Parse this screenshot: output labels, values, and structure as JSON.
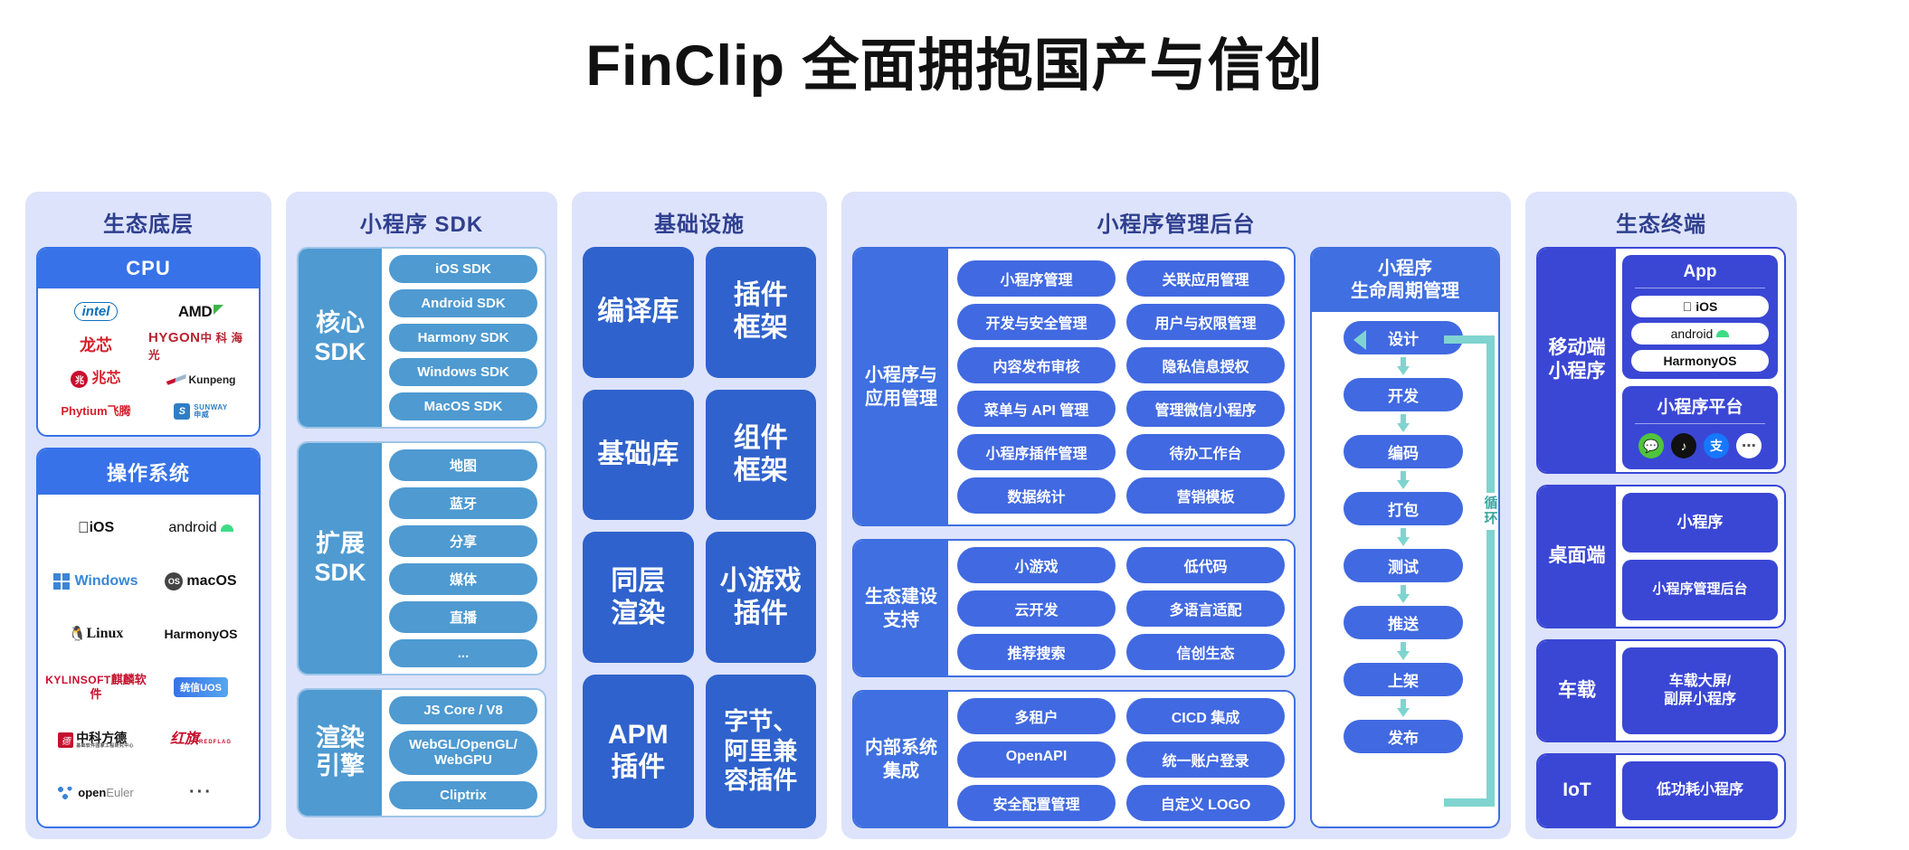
{
  "title": "FinClip 全面拥抱国产与信创",
  "columns": {
    "foundation": {
      "header": "生态底层",
      "cpu": {
        "title": "CPU",
        "logos": [
          "intel",
          "AMD",
          "龙芯",
          "HYGON 中科海光",
          "兆芯",
          "Kunpeng",
          "Phytium飞腾",
          "SUNWAY 申威"
        ]
      },
      "os": {
        "title": "操作系统",
        "logos": [
          "iOS",
          "android",
          "Windows",
          "macOS",
          "Linux",
          "HarmonyOS",
          "KYLINSOFT 麒麟软件",
          "统信UOS",
          "中科方德",
          "红旗 REDFLAG",
          "openEuler",
          "···"
        ]
      }
    },
    "sdk": {
      "header": "小程序 SDK",
      "blocks": [
        {
          "label": "核心\nSDK",
          "items": [
            "iOS SDK",
            "Android SDK",
            "Harmony SDK",
            "Windows SDK",
            "MacOS SDK"
          ]
        },
        {
          "label": "扩展\nSDK",
          "items": [
            "地图",
            "蓝牙",
            "分享",
            "媒体",
            "直播",
            "..."
          ]
        },
        {
          "label": "渲染\n引擎",
          "items": [
            "JS Core / V8",
            "WebGL/OpenGL/\nWebGPU",
            "Cliptrix"
          ]
        }
      ]
    },
    "infrastructure": {
      "header": "基础设施",
      "cards": [
        "编译库",
        "插件\n框架",
        "基础库",
        "组件\n框架",
        "同层\n渲染",
        "小游戏\n插件",
        "APM\n插件",
        "字节、\n阿里兼\n容插件"
      ]
    },
    "backend": {
      "header": "小程序管理后台",
      "groups": [
        {
          "label": "小程序与\n应用管理",
          "items": [
            "小程序管理",
            "关联应用管理",
            "开发与安全管理",
            "用户与权限管理",
            "内容发布审核",
            "隐私信息授权",
            "菜单与 API 管理",
            "管理微信小程序",
            "小程序插件管理",
            "待办工作台",
            "数据统计",
            "营销模板"
          ]
        },
        {
          "label": "生态建设\n支持",
          "items": [
            "小游戏",
            "低代码",
            "云开发",
            "多语言适配",
            "推荐搜索",
            "信创生态"
          ]
        },
        {
          "label": "内部系统\n集成",
          "items": [
            "多租户",
            "CICD 集成",
            "OpenAPI",
            "统一账户登录",
            "安全配置管理",
            "自定义 LOGO"
          ]
        }
      ],
      "lifecycle": {
        "header": "小程序\n生命周期管理",
        "steps": [
          "设计",
          "开发",
          "编码",
          "打包",
          "测试",
          "推送",
          "上架",
          "发布"
        ],
        "loop_label": "循环"
      }
    },
    "terminals": {
      "header": "生态终端",
      "groups": [
        {
          "label": "移动端\n小程序",
          "cards": [
            {
              "title": "App",
              "pills": [
                "iOS",
                "android",
                "HarmonyOS"
              ]
            },
            {
              "title": "小程序平台",
              "socials": [
                "wechat-icon",
                "tiktok-icon",
                "alipay-icon",
                "more-icon"
              ]
            }
          ]
        },
        {
          "label": "桌面端",
          "pills": [
            "小程序",
            "小程序管理后台"
          ]
        },
        {
          "label": "车载",
          "pills": [
            "车载大屏/\n副屏小程序"
          ]
        },
        {
          "label": "IoT",
          "pills": [
            "低功耗小程序"
          ]
        }
      ]
    }
  },
  "colors": {
    "panel_bg": "#dde3fb",
    "header_text": "#2f3f8f",
    "foundation_blue": "#3772e8",
    "sdk_blue": "#4e9ad1",
    "infra_blue": "#2f62cc",
    "backend_blue": "#4169e1",
    "terminal_blue": "#3a47d5",
    "loop_teal": "#7fd4cf"
  }
}
